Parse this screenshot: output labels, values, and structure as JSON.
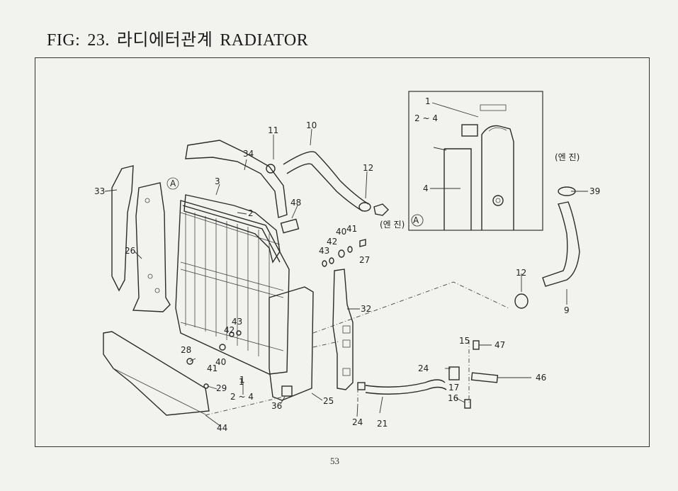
{
  "header": {
    "fig_label": "FIG:",
    "fig_number": "23.",
    "title_korean": "라디에터관계",
    "title_english": "RADIATOR"
  },
  "footer": {
    "page_number": "53"
  },
  "callouts": [
    "33",
    "26",
    "A",
    "3",
    "2",
    "1",
    "34",
    "11",
    "10",
    "12",
    "48",
    "40",
    "41",
    "42",
    "43",
    "27",
    "(엔 진)",
    "A",
    "1",
    "2 ~ 4",
    "4",
    "(엔 진)",
    "39",
    "12",
    "9",
    "32",
    "43",
    "42",
    "28",
    "40",
    "41",
    "29",
    "1",
    "2 ~ 4",
    "36",
    "25",
    "44",
    "15",
    "47",
    "24",
    "46",
    "17",
    "16",
    "24",
    "21"
  ]
}
